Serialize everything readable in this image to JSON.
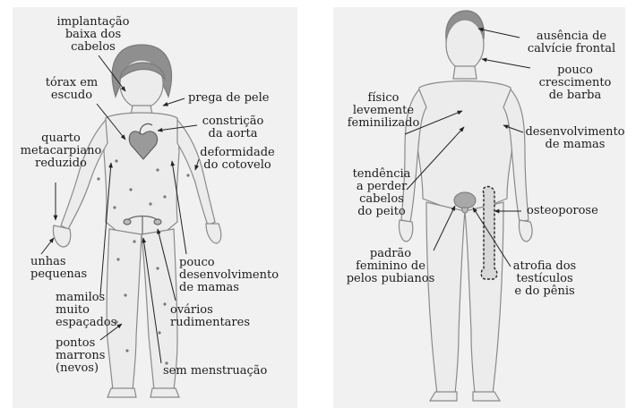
{
  "left_figure": {
    "labels": [
      {
        "id": "implant",
        "lines": [
          "implantação",
          "baixa dos",
          "cabelos"
        ]
      },
      {
        "id": "torax",
        "lines": [
          "tórax em",
          "escudo"
        ]
      },
      {
        "id": "prega",
        "lines": [
          "prega de pele"
        ]
      },
      {
        "id": "constricao",
        "lines": [
          "constrição",
          "da aorta"
        ]
      },
      {
        "id": "metacarp",
        "lines": [
          "quarto",
          "metacarpiano",
          "reduzido"
        ]
      },
      {
        "id": "cotovelo",
        "lines": [
          "deformidade",
          "do cotovelo"
        ]
      },
      {
        "id": "unhas",
        "lines": [
          "unhas",
          "pequenas"
        ]
      },
      {
        "id": "mamas",
        "lines": [
          "pouco",
          "desenvolvimento",
          "de mamas"
        ]
      },
      {
        "id": "mamilos",
        "lines": [
          "mamilos",
          "muito",
          "espaçados"
        ]
      },
      {
        "id": "ovarios",
        "lines": [
          "ovários",
          "rudimentares"
        ]
      },
      {
        "id": "pontos",
        "lines": [
          "pontos",
          "marrons",
          "(nevos)"
        ]
      },
      {
        "id": "menstr",
        "lines": [
          "sem menstruação"
        ]
      }
    ]
  },
  "right_figure": {
    "labels": [
      {
        "id": "calvicie",
        "lines": [
          "ausência de",
          "calvície frontal"
        ]
      },
      {
        "id": "barba",
        "lines": [
          "pouco",
          "crescimento",
          "de barba"
        ]
      },
      {
        "id": "fisico",
        "lines": [
          "físico",
          "levemente",
          "feminilizado"
        ]
      },
      {
        "id": "mamas_m",
        "lines": [
          "desenvolvimento",
          "de mamas"
        ]
      },
      {
        "id": "cabelos",
        "lines": [
          "tendência",
          "a perder",
          "cabelos",
          "do peito"
        ]
      },
      {
        "id": "osteo",
        "lines": [
          "osteoporose"
        ]
      },
      {
        "id": "pelos",
        "lines": [
          "padrão",
          "feminino de",
          "pelos pubianos"
        ]
      },
      {
        "id": "atrofia",
        "lines": [
          "atrofia dos",
          "testículos",
          "e do pênis"
        ]
      }
    ]
  },
  "colors": {
    "panel": "#f1f1f1",
    "skin": "#ececec",
    "outline": "#8a8a8a",
    "hair": "#8f8f8f",
    "leader": "#222222",
    "bone": "#d8d8d8"
  }
}
